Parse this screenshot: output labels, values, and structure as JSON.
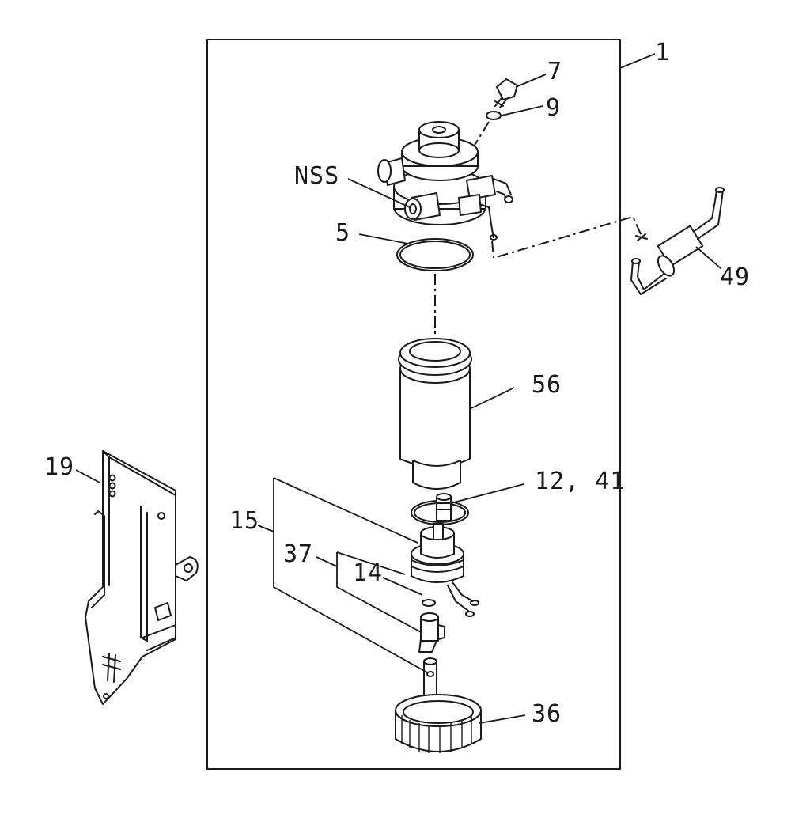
{
  "labels": {
    "assembly": "1",
    "bolt": "7",
    "washer": "9",
    "nss": "NSS",
    "o_ring_top": "5",
    "hose": "49",
    "cartridge": "56",
    "bracket": "19",
    "seal_plug": "12, 41",
    "sensor_kit": "15",
    "drain_kit": "37",
    "o_ring_small": "14",
    "ring_nut": "36"
  }
}
